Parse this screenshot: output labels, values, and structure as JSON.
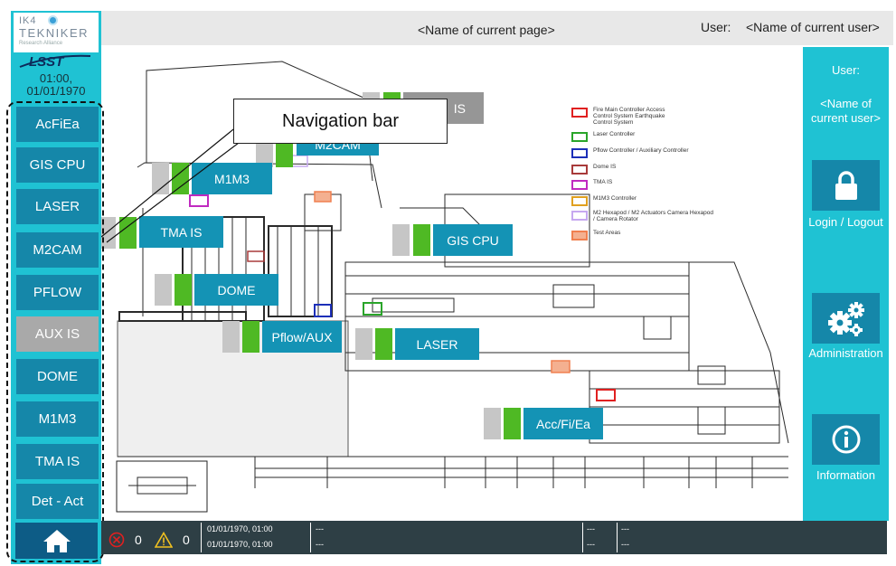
{
  "header": {
    "page_name": "<Name of current page>",
    "user_label": "User:",
    "user_name": "<Name of current user>"
  },
  "sidebar": {
    "logo_line1": "IK4",
    "logo_line2": "TEKNIKER",
    "logo_line3": "Research Alliance",
    "logo2": "LSST",
    "time": "01:00,",
    "date": "01/01/1970",
    "items": [
      {
        "label": "AcFiEa"
      },
      {
        "label": "GIS CPU"
      },
      {
        "label": "LASER"
      },
      {
        "label": "M2CAM"
      },
      {
        "label": "PFLOW"
      },
      {
        "label": "AUX IS"
      },
      {
        "label": "DOME"
      },
      {
        "label": "M1M3"
      },
      {
        "label": "TMA IS"
      },
      {
        "label": "Det - Act"
      }
    ],
    "home_icon": "home-icon"
  },
  "rightpanel": {
    "user_label": "User:",
    "user_name": "<Name of current user>",
    "login_label": "Login / Logout",
    "admin_label": "Administration",
    "info_label": "Information"
  },
  "map": {
    "buttons": {
      "aux_is": "IS",
      "m2cam": "M2CAM",
      "m1m3": "M1M3",
      "tma_is": "TMA IS",
      "gis_cpu": "GIS CPU",
      "dome": "DOME",
      "pflow_aux": "Pflow/AUX",
      "laser": "LASER",
      "acc_fi_ea": "Acc/Fi/Ea"
    },
    "legend": [
      {
        "text": "Fire Main Controller Access Control System Earthquake Control System",
        "color": "#e02020"
      },
      {
        "text": "Laser Controller",
        "color": "#2aa52a"
      },
      {
        "text": "Pflow Controller / Auxiliary Controller",
        "color": "#1c2fb8"
      },
      {
        "text": "Dome IS",
        "color": "#a83a3a"
      },
      {
        "text": "TMA IS",
        "color": "#c02ac0"
      },
      {
        "text": "M1M3 Controller",
        "color": "#e0a020"
      },
      {
        "text": "M2 Hexapod / M2 Actuators Camera Hexapod / Camera Rotator",
        "color": "#c6a8f0"
      },
      {
        "text": "Test Areas",
        "color": "#f08050"
      }
    ]
  },
  "callout": {
    "label": "Navigation bar"
  },
  "statusbar": {
    "error_count": "0",
    "warning_count": "0",
    "time1": "01/01/1970, 01:00",
    "time2": "01/01/1970, 01:00",
    "msg1": "---",
    "msg2": "---",
    "msg3": "---",
    "msg4": "---",
    "msg5": "---",
    "msg6": "---"
  },
  "colors": {
    "accent": "#1fc2d3",
    "button": "#1587a9",
    "status_bar": "#2e3f45",
    "green": "#4fb924"
  }
}
